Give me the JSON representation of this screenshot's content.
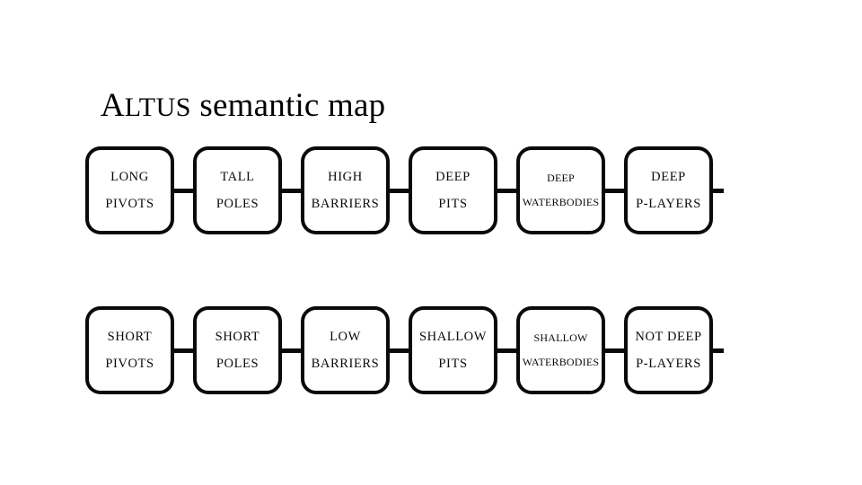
{
  "slide": {
    "background_color": "#ffffff",
    "stroke_color": "#0a0a0a",
    "title": {
      "lead": "A",
      "small_caps": "LTUS",
      "rest": " semantic map",
      "full_text": "ALTUS semantic map"
    }
  },
  "rows": [
    {
      "id": "top-row",
      "name": "high-magnitude-concepts",
      "nodes": [
        {
          "id": "long-pivots",
          "line1": "LONG",
          "line2": "PIVOTS",
          "small": false
        },
        {
          "id": "tall-poles",
          "line1": "TALL",
          "line2": "POLES",
          "small": false
        },
        {
          "id": "high-barriers",
          "line1": "HIGH",
          "line2": "BARRIERS",
          "small": false
        },
        {
          "id": "deep-pits",
          "line1": "DEEP",
          "line2": "PITS",
          "small": false
        },
        {
          "id": "deep-waterbodies",
          "line1": "DEEP",
          "line2": "WATERBODIES",
          "small": true
        },
        {
          "id": "deep-p-layers",
          "line1": "DEEP",
          "line2": "P-LAYERS",
          "small": false
        }
      ]
    },
    {
      "id": "bottom-row",
      "name": "low-magnitude-concepts",
      "nodes": [
        {
          "id": "short-pivots",
          "line1": "SHORT",
          "line2": "PIVOTS",
          "small": false
        },
        {
          "id": "short-poles",
          "line1": "SHORT",
          "line2": "POLES",
          "small": false
        },
        {
          "id": "low-barriers",
          "line1": "LOW",
          "line2": "BARRIERS",
          "small": false
        },
        {
          "id": "shallow-pits",
          "line1": "SHALLOW",
          "line2": "PITS",
          "small": false
        },
        {
          "id": "shallow-waterbodies",
          "line1": "SHALLOW",
          "line2": "WATERBODIES",
          "small": true
        },
        {
          "id": "not-deep-p-layers",
          "line1": "NOT DEEP",
          "line2": "P-LAYERS",
          "small": false
        }
      ]
    }
  ]
}
